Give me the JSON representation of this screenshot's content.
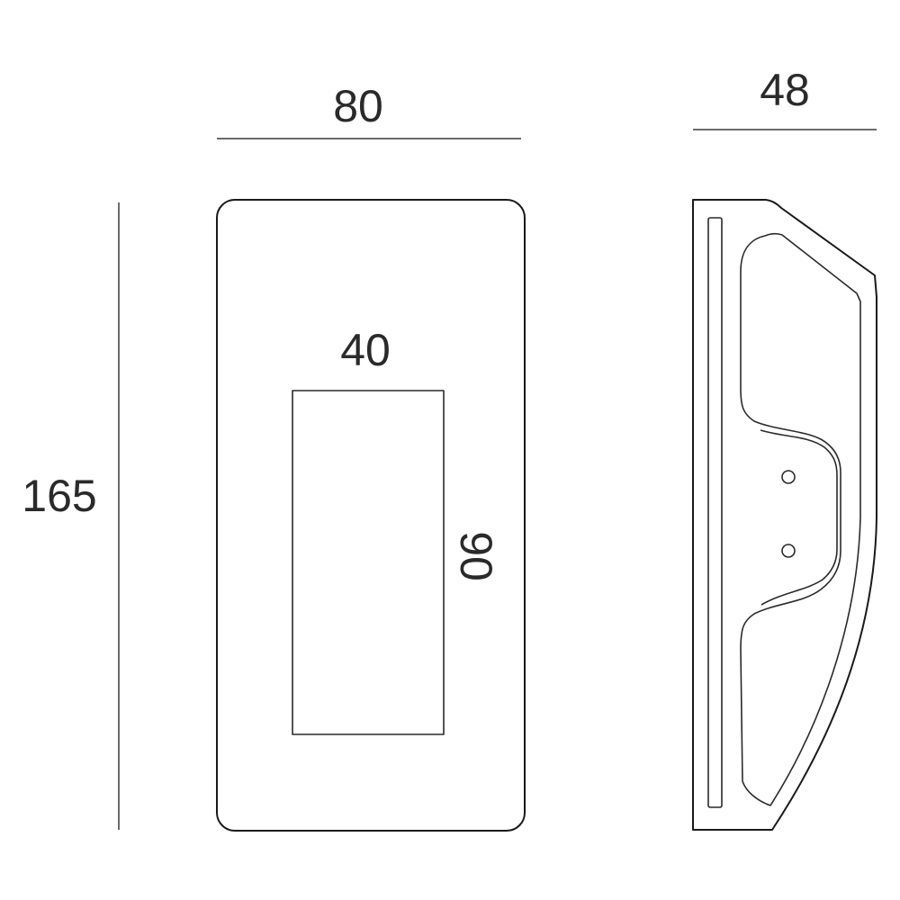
{
  "front_view": {
    "width_label": "80",
    "height_label": "165",
    "opening_width_label": "40",
    "opening_height_label": "90"
  },
  "side_view": {
    "depth_label": "48"
  },
  "colors": {
    "line": "#1a1a1a",
    "text": "#2a2a2a",
    "background": "#ffffff"
  }
}
